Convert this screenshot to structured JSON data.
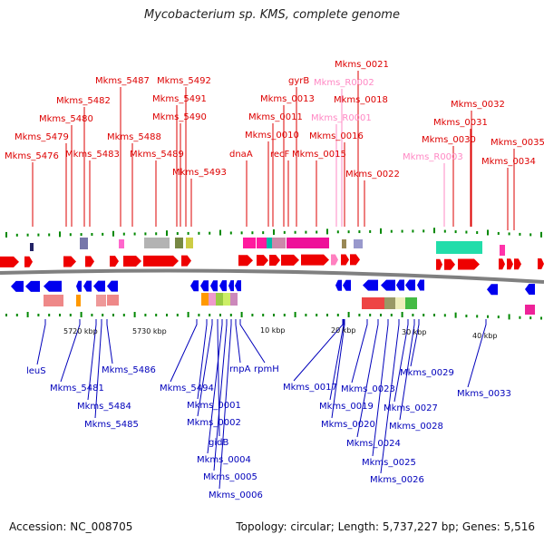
{
  "title": "Mycobacterium sp. KMS, complete genome",
  "accession": "Accession: NC_008705",
  "summary": "Topology: circular; Length: 5,737,227 bp; Genes: 5,516",
  "colors": {
    "forward_label": "#dd0000",
    "reverse_label": "#0000bb",
    "rna_label": "#ff88c4",
    "forward_gene": "#ee0000",
    "reverse_gene": "#0000ee",
    "rna_gene": "#ff80c0",
    "axis": "#808080",
    "tick": "#008800"
  },
  "scale_labels": [
    "5720 kbp",
    "5730 kbp",
    "10 kbp",
    "20 kbp",
    "30 kbp",
    "40 kbp"
  ],
  "top_labels": [
    "Mkms_5476",
    "Mkms_5479",
    "Mkms_5480",
    "Mkms_5482",
    "Mkms_5483",
    "Mkms_5487",
    "Mkms_5488",
    "Mkms_5489",
    "Mkms_5490",
    "Mkms_5491",
    "Mkms_5492",
    "Mkms_5493",
    "dnaA",
    "Mkms_0010",
    "Mkms_0011",
    "recF",
    "Mkms_0013",
    "gyrB",
    "Mkms_0015",
    "Mkms_R0001",
    "Mkms_R0002",
    "Mkms_0016",
    "Mkms_0018",
    "Mkms_0021",
    "Mkms_0022",
    "Mkms_R0003",
    "Mkms_0030",
    "Mkms_0031",
    "Mkms_0032",
    "Mkms_0034",
    "Mkms_0035"
  ],
  "bottom_labels": [
    "leuS",
    "Mkms_5481",
    "Mkms_5484",
    "Mkms_5485",
    "Mkms_5486",
    "Mkms_5494",
    "Mkms_0001",
    "Mkms_0002",
    "gidB",
    "Mkms_0004",
    "Mkms_0005",
    "Mkms_0006",
    "rnpA",
    "rpmH",
    "Mkms_0017",
    "Mkms_0019",
    "Mkms_0020",
    "Mkms_0023",
    "Mkms_0024",
    "Mkms_0025",
    "Mkms_0026",
    "Mkms_0027",
    "Mkms_0028",
    "Mkms_0029",
    "Mkms_0033"
  ]
}
